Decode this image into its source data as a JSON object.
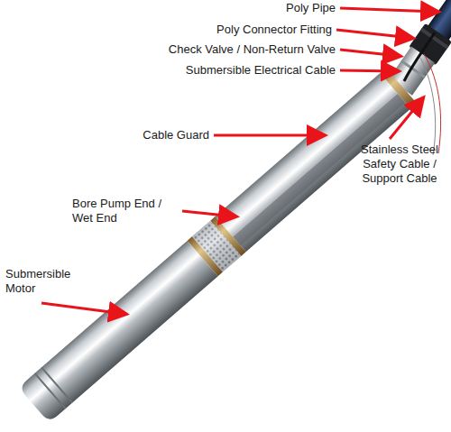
{
  "diagram": {
    "labels": [
      "Poly Pipe",
      "Poly Connector Fitting",
      "Check Valve / Non-Return Valve",
      "Submersible Electrical Cable",
      "Cable Guard",
      "Stainless Steel Safety Cable / Support Cable",
      "Bore Pump End / Wet End",
      "Submersible Motor"
    ]
  }
}
